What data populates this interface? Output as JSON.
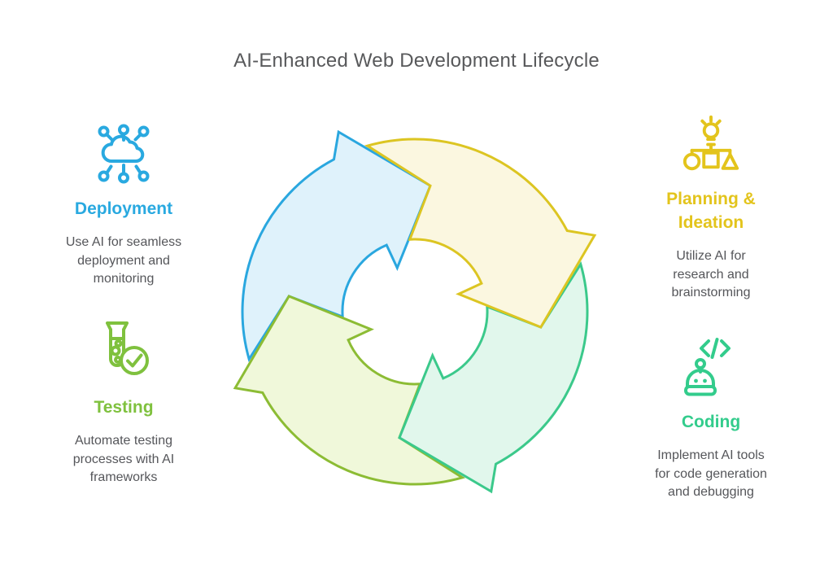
{
  "title": "AI-Enhanced Web Development Lifecycle",
  "sections": [
    {
      "id": "deployment",
      "icon": "cloud-network-icon",
      "title_lines": [
        "Deployment"
      ],
      "desc_lines": [
        "Use AI for seamless",
        "deployment and",
        "monitoring"
      ],
      "color": "#29A9E0"
    },
    {
      "id": "planning",
      "icon": "lightbulb-flowchart-icon",
      "title_lines": [
        "Planning &",
        "Ideation"
      ],
      "desc_lines": [
        "Utilize AI for",
        "research and",
        "brainstorming"
      ],
      "color": "#E3C41C"
    },
    {
      "id": "testing",
      "icon": "test-tube-check-icon",
      "title_lines": [
        "Testing"
      ],
      "desc_lines": [
        "Automate testing",
        "processes with AI",
        "frameworks"
      ],
      "color": "#7FC13E"
    },
    {
      "id": "coding",
      "icon": "robot-code-icon",
      "title_lines": [
        "Coding"
      ],
      "desc_lines": [
        "Implement AI tools",
        "for code generation",
        "and debugging"
      ],
      "color": "#33CC8C"
    }
  ],
  "cycle": {
    "direction": "clockwise",
    "arrows": [
      {
        "section": "deployment",
        "stroke": "#2AA7DF",
        "fill": "#DFF2FB",
        "head_bearing": 338
      },
      {
        "section": "planning",
        "stroke": "#DCC522",
        "fill": "#FBF7E0",
        "head_bearing": 68
      },
      {
        "section": "coding",
        "stroke": "#3BC98B",
        "fill": "#E1F7EC",
        "head_bearing": 158
      },
      {
        "section": "testing",
        "stroke": "#8CBC34",
        "fill": "#F0F8DA",
        "head_bearing": 248
      }
    ]
  }
}
